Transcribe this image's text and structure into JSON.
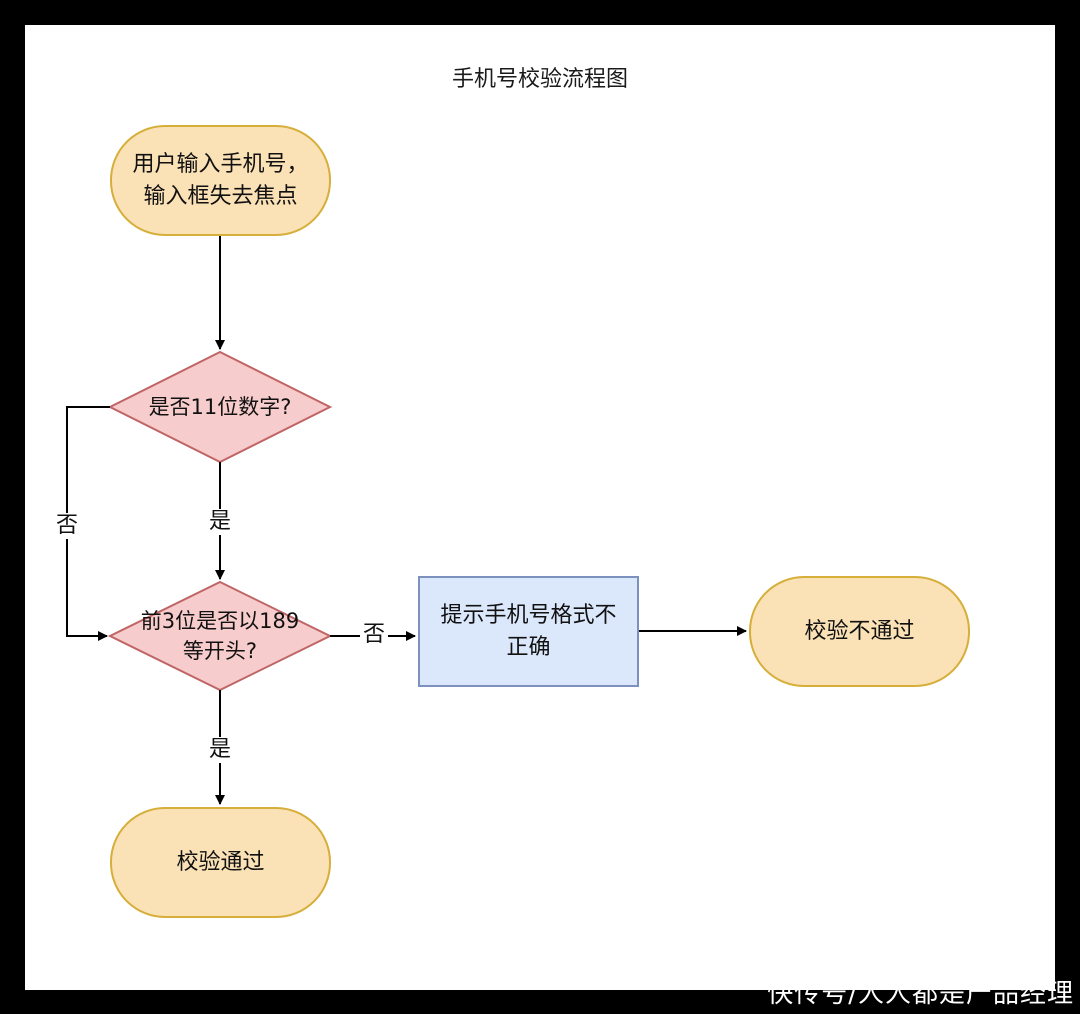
{
  "title": "手机号校验流程图",
  "nodes": {
    "start": "用户输入手机号，\n输入框失去焦点",
    "decision_digits": "是否11位数字?",
    "decision_prefix": "前3位是否以189\n等开头?",
    "error_prompt": "提示手机号格式不\n正确",
    "fail": "校验不通过",
    "pass": "校验通过"
  },
  "edge_labels": {
    "digits_yes": "是",
    "digits_no": "否",
    "prefix_no": "否",
    "prefix_yes": "是"
  },
  "colors": {
    "terminal_fill": "#fbe1b6",
    "terminal_stroke": "#d6ae3a",
    "decision_fill": "#f7cccc",
    "decision_stroke": "#c06565",
    "process_fill": "#dbe8fb",
    "process_stroke": "#7c91bd"
  },
  "watermark": "快传号/人人都是产品经理"
}
